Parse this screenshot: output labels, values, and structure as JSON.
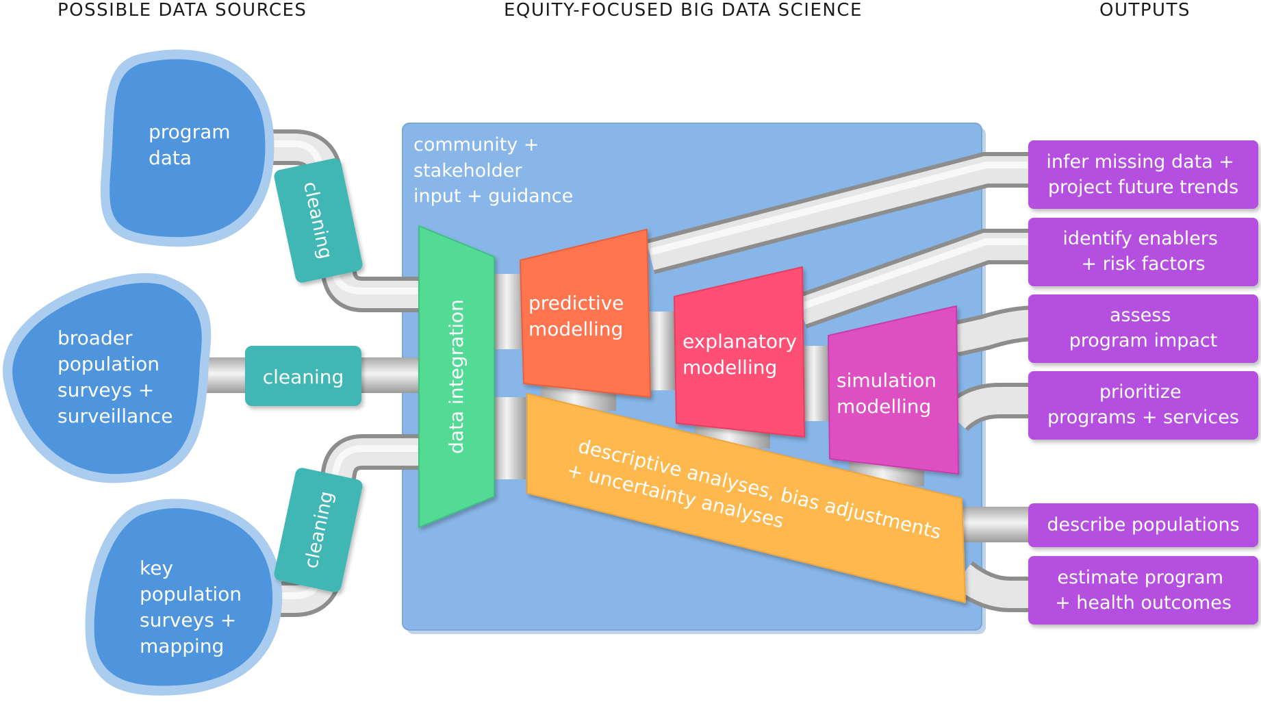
{
  "headers": {
    "sources": "POSSIBLE DATA SOURCES",
    "science": "EQUITY-FOCUSED BIG DATA SCIENCE",
    "outputs": "OUTPUTS"
  },
  "sources": [
    {
      "lines": [
        "program",
        "data"
      ]
    },
    {
      "lines": [
        "broader",
        "population",
        "surveys +",
        "surveillance"
      ]
    },
    {
      "lines": [
        "key",
        "population",
        "surveys +",
        "mapping"
      ]
    }
  ],
  "cleaning_label": "cleaning",
  "stakeholder": {
    "lines": [
      "community +",
      "stakeholder",
      "input + guidance"
    ]
  },
  "integration_label": "data integration",
  "models": {
    "predictive": [
      "predictive",
      "modelling"
    ],
    "explanatory": [
      "explanatory",
      "modelling"
    ],
    "simulation": [
      "simulation",
      "modelling"
    ]
  },
  "descriptive": {
    "lines": [
      "descriptive analyses, bias adjustments",
      "+ uncertainty analyses"
    ]
  },
  "outputs": [
    {
      "lines": [
        "infer missing data +",
        "project future trends"
      ]
    },
    {
      "lines": [
        "identify enablers",
        "+ risk factors"
      ]
    },
    {
      "lines": [
        "assess",
        "program impact"
      ]
    },
    {
      "lines": [
        "prioritize",
        "programs + services"
      ]
    },
    {
      "lines": [
        "describe populations"
      ]
    },
    {
      "lines": [
        "estimate program",
        "+ health outcomes"
      ]
    }
  ],
  "colors": {
    "source_blob": "#4f95dd",
    "source_halo": "#a9ccef",
    "cleaning": "#3fb7b4",
    "panel": "#88b6e8",
    "integration": "#52db96",
    "predictive": "#ff7450",
    "explanatory": "#ff4f74",
    "simulation": "#de4fc1",
    "descriptive": "#ffb84d",
    "output": "#b54fe0",
    "pipe": "#d6d6d6"
  }
}
